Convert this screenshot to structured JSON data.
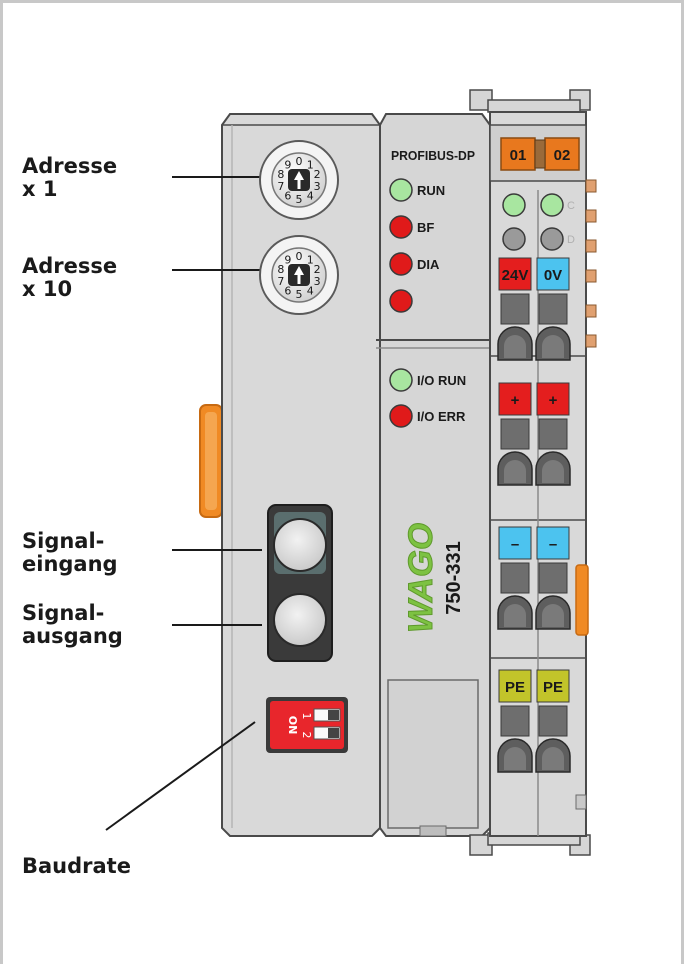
{
  "callouts": {
    "address_x1": "Adresse\nx 1",
    "address_x10": "Adresse\nx 10",
    "signal_in": "Signal-\neingang",
    "signal_out": "Signal-\nausgang",
    "baudrate": "Baudrate"
  },
  "device": {
    "bus_name": "PROFIBUS-DP",
    "model": "750-331",
    "brand": "WAGO",
    "dial_digits": [
      "0",
      "1",
      "2",
      "3",
      "4",
      "5",
      "6",
      "7",
      "8",
      "9"
    ],
    "dip_switch": {
      "on_label": "ON",
      "positions": [
        "1",
        "2"
      ]
    }
  },
  "leds": {
    "fieldbus": [
      {
        "label": "RUN",
        "color": "#a8e6a0"
      },
      {
        "label": "BF",
        "color": "#e01a1a"
      },
      {
        "label": "DIA",
        "color": "#e01a1a"
      },
      {
        "label": "",
        "color": "#e01a1a"
      }
    ],
    "io": [
      {
        "label": "I/O RUN",
        "color": "#a8e6a0"
      },
      {
        "label": "I/O ERR",
        "color": "#e01a1a"
      }
    ],
    "power_contacts": [
      {
        "label": "C",
        "color": "#a8e6a0"
      },
      {
        "label": "D",
        "color": "#9a9a9a"
      }
    ]
  },
  "terminals": {
    "top": [
      {
        "label": "01",
        "color": "#e8781e"
      },
      {
        "label": "02",
        "color": "#e8781e"
      }
    ],
    "rows": [
      {
        "labels": [
          "24V",
          "0V"
        ],
        "colors": [
          "#e41e1e",
          "#4cc3ef"
        ]
      },
      {
        "labels": [
          "+",
          "+"
        ],
        "colors": [
          "#e41e1e",
          "#e41e1e"
        ]
      },
      {
        "labels": [
          "–",
          "–"
        ],
        "colors": [
          "#4cc3ef",
          "#4cc3ef"
        ]
      },
      {
        "labels": [
          "PE",
          "PE"
        ],
        "colors": [
          "#c2c42a",
          "#c2c42a"
        ]
      }
    ]
  },
  "colors": {
    "housing": "#d9d9d9",
    "outline": "#4a4a4a",
    "logo_green": "#7dc242",
    "dip_red": "#e8262c"
  }
}
